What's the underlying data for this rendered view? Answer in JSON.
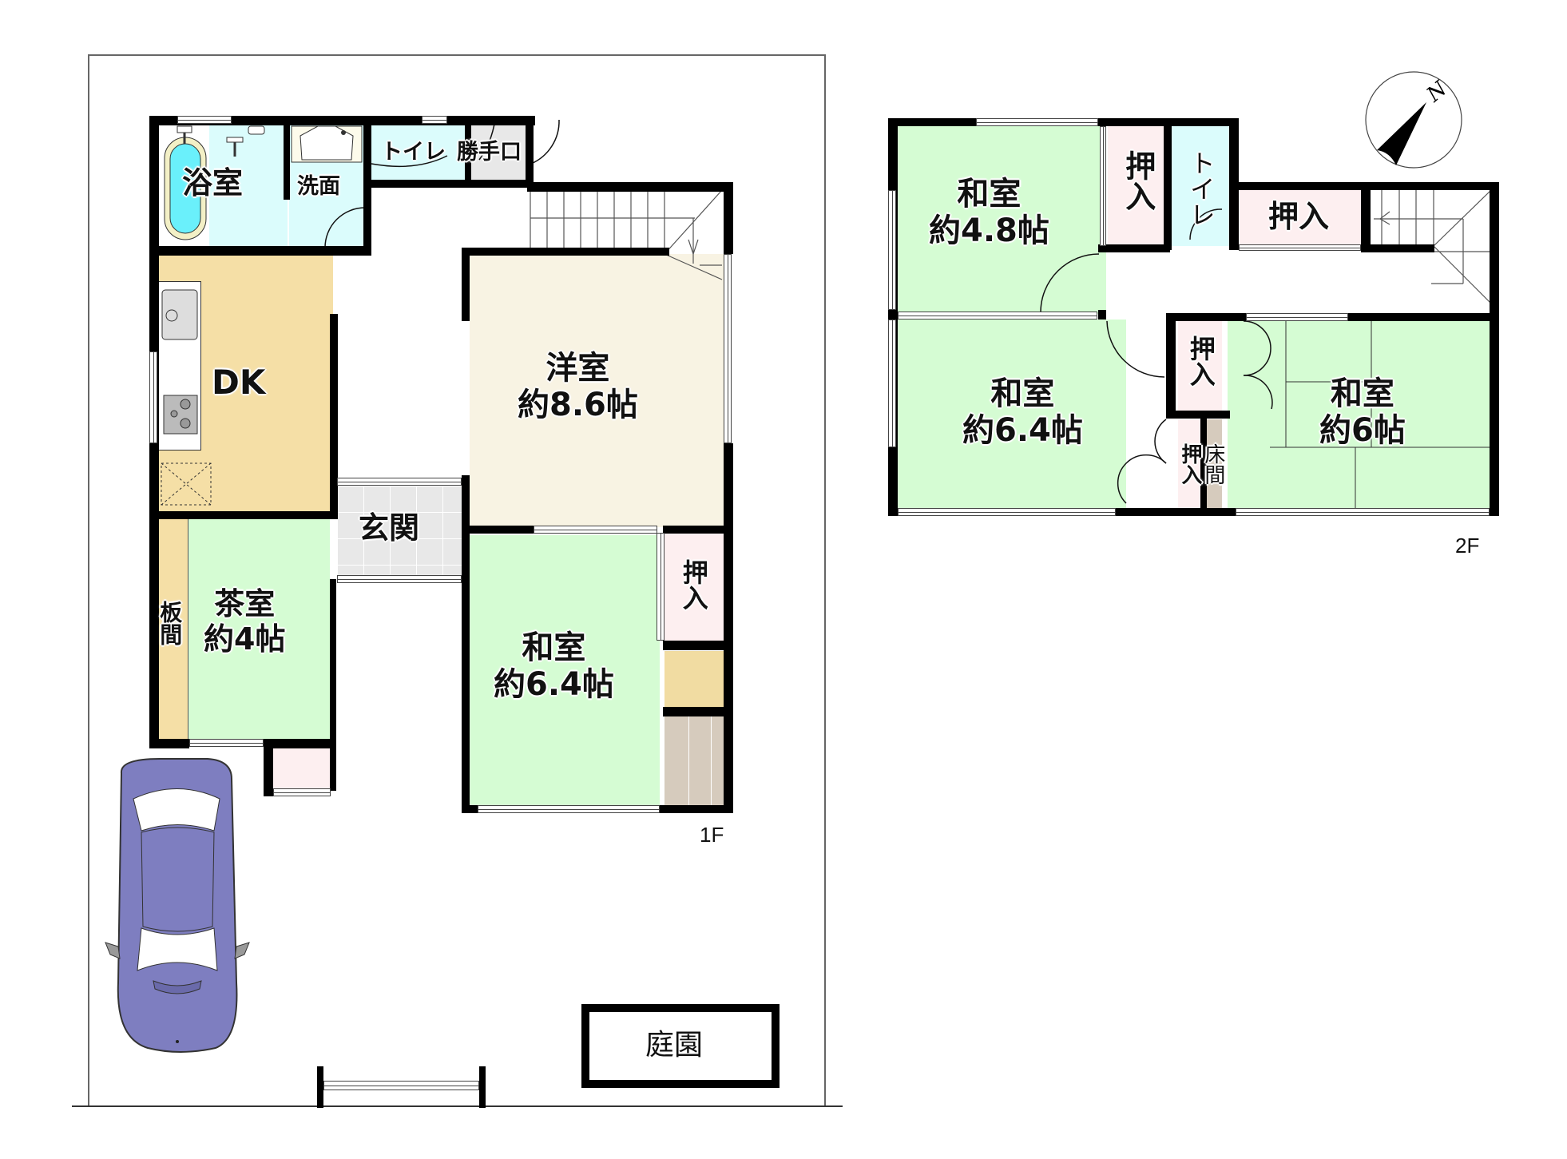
{
  "floor1": {
    "tag": "1F",
    "rooms": {
      "bath": {
        "label": "浴室"
      },
      "washroom": {
        "label": "洗面"
      },
      "toilet": {
        "label": "トイレ"
      },
      "back_door": {
        "label": "勝手口"
      },
      "dk": {
        "label": "DK"
      },
      "western_room": {
        "label": "洋室",
        "size": "約8.6帖"
      },
      "entrance": {
        "label": "玄関"
      },
      "tea_room": {
        "label": "茶室",
        "size": "約4帖"
      },
      "wood_floor": {
        "label": "板間"
      },
      "japanese_room": {
        "label": "和室",
        "size": "約6.4帖"
      },
      "closet": {
        "label": "押入"
      }
    },
    "garden": {
      "label": "庭園"
    }
  },
  "floor2": {
    "tag": "2F",
    "rooms": {
      "japanese_room_a": {
        "label": "和室",
        "size": "約4.8帖"
      },
      "closet_a": {
        "label": "押入"
      },
      "toilet": {
        "label": "トイレ"
      },
      "closet_b": {
        "label": "押入"
      },
      "japanese_room_b": {
        "label": "和室",
        "size": "約6.4帖"
      },
      "closet_c": {
        "label": "押入"
      },
      "closet_d": {
        "label": "押入"
      },
      "alcove": {
        "label": "床間"
      },
      "japanese_room_c": {
        "label": "和室",
        "size": "約6帖"
      }
    }
  },
  "compass": {
    "label": "N"
  },
  "colors": {
    "wall": "#000000",
    "tatami_green": "#d5fcd3",
    "western_beige": "#f8f3e3",
    "kitchen_tan": "#f5dfa6",
    "water_cyan": "#dbfcfc",
    "closet_pink": "#fdeff0",
    "entrance_gray": "#e8e8e8",
    "alcove_brown": "#d6cbbd",
    "car_purple": "#7e7ec0",
    "bathtub_blue": "#6af0fb"
  }
}
